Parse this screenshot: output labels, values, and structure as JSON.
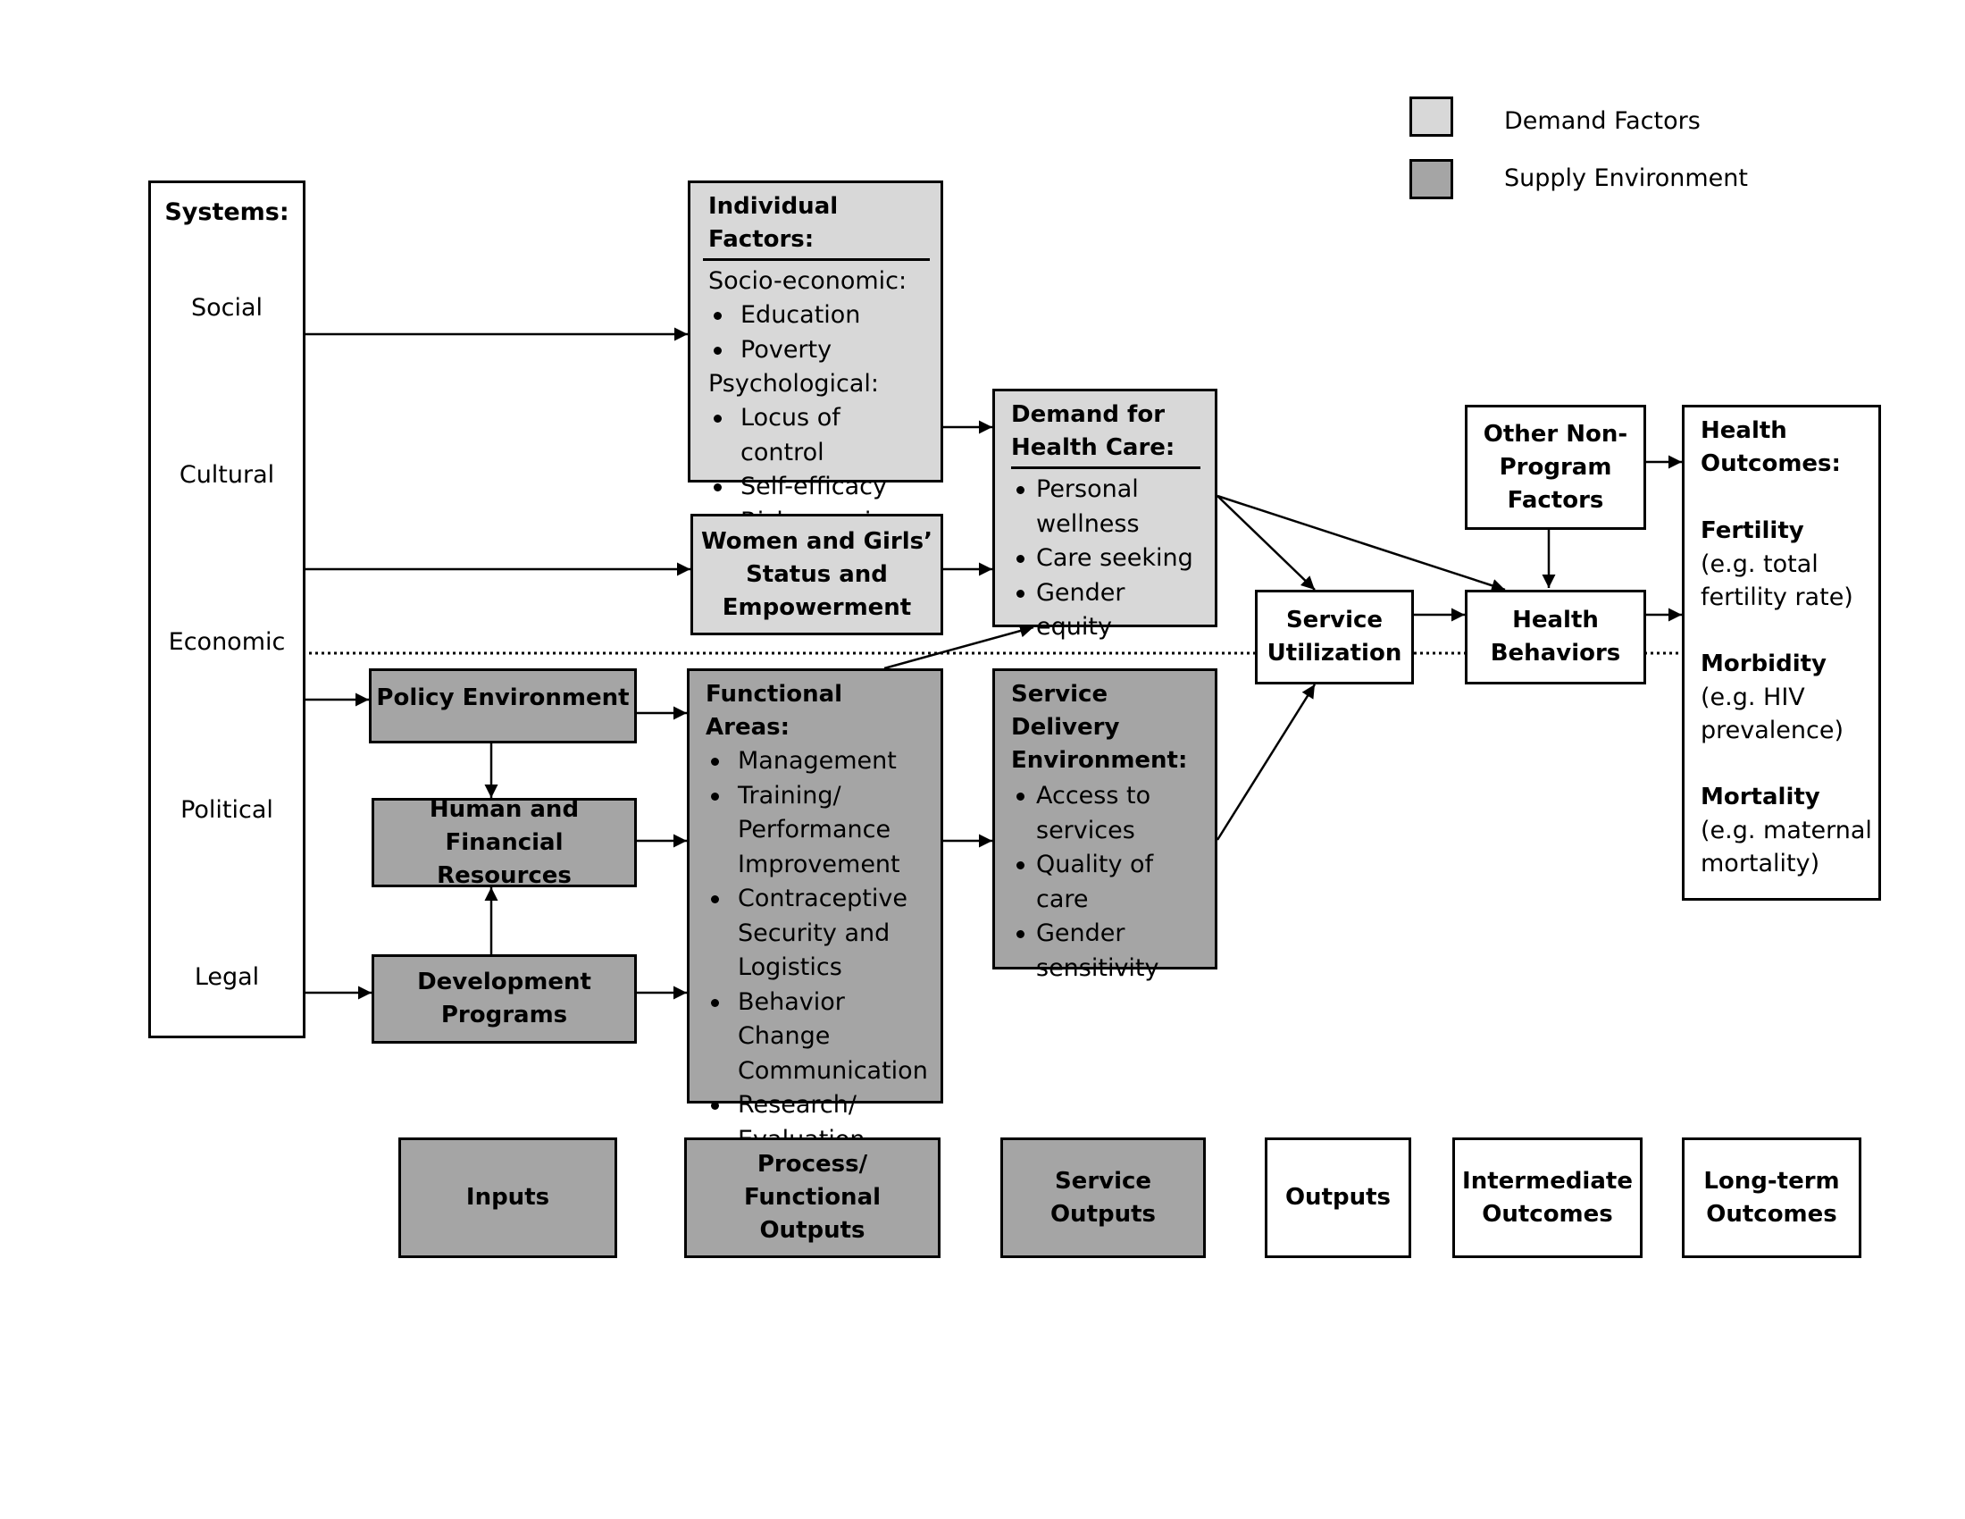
{
  "legend": [
    {
      "label": "Demand Factors",
      "color": "#d8d8d8"
    },
    {
      "label": "Supply Environment",
      "color": "#a5a5a5"
    }
  ],
  "systems": {
    "title": "Systems:",
    "items": [
      "Social",
      "Cultural",
      "Economic",
      "Political",
      "Legal"
    ]
  },
  "individual_factors": {
    "title": "Individual Factors:",
    "groups": [
      {
        "heading": "Socio-economic:",
        "items": [
          "Education",
          "Poverty"
        ]
      },
      {
        "heading": "Psychological:",
        "items": [
          "Locus of control",
          "Self-efficacy",
          "Risk aversion"
        ]
      }
    ]
  },
  "women_status": {
    "lines": [
      "Women and Girls’",
      "Status and",
      "Empowerment"
    ]
  },
  "demand": {
    "title_lines": [
      "Demand for",
      "Health Care:"
    ],
    "items": [
      "Personal wellness",
      "Care seeking",
      "Gender equity"
    ]
  },
  "policy": {
    "label": "Policy Environment"
  },
  "human_financial": {
    "lines": [
      "Human and",
      "Financial Resources"
    ]
  },
  "development": {
    "lines": [
      "Development",
      "Programs"
    ]
  },
  "functional": {
    "title": "Functional Areas:",
    "items": [
      "Management",
      "Training/ Performance Improvement",
      "Contraceptive Security and Logistics",
      "Behavior Change Communication",
      "Research/ Evaluation"
    ]
  },
  "service_delivery": {
    "title_lines": [
      "Service Delivery",
      "Environment:"
    ],
    "items": [
      "Access to services",
      "Quality of care",
      "Gender sensitivity"
    ]
  },
  "service_utilization": {
    "lines": [
      "Service",
      "Utilization"
    ]
  },
  "other_factors": {
    "lines": [
      "Other Non-",
      "Program",
      "Factors"
    ]
  },
  "health_behaviors": {
    "lines": [
      "Health",
      "Behaviors"
    ]
  },
  "health_outcomes": {
    "title_lines": [
      "Health",
      "Outcomes:"
    ],
    "items": [
      {
        "name": "Fertility",
        "example": "(e.g. total fertility rate)"
      },
      {
        "name": "Morbidity",
        "example": "(e.g. HIV prevalence)"
      },
      {
        "name": "Mortality",
        "example": "(e.g. maternal mortality)"
      }
    ]
  },
  "stages": [
    {
      "lines": [
        "Inputs"
      ],
      "color": "#a5a5a5"
    },
    {
      "lines": [
        "Process/",
        "Functional",
        "Outputs"
      ],
      "color": "#a5a5a5"
    },
    {
      "lines": [
        "Service",
        "Outputs"
      ],
      "color": "#a5a5a5"
    },
    {
      "lines": [
        "Outputs"
      ],
      "color": "#ffffff"
    },
    {
      "lines": [
        "Intermediate",
        "Outcomes"
      ],
      "color": "#ffffff"
    },
    {
      "lines": [
        "Long-term",
        "Outcomes"
      ],
      "color": "#ffffff"
    }
  ]
}
